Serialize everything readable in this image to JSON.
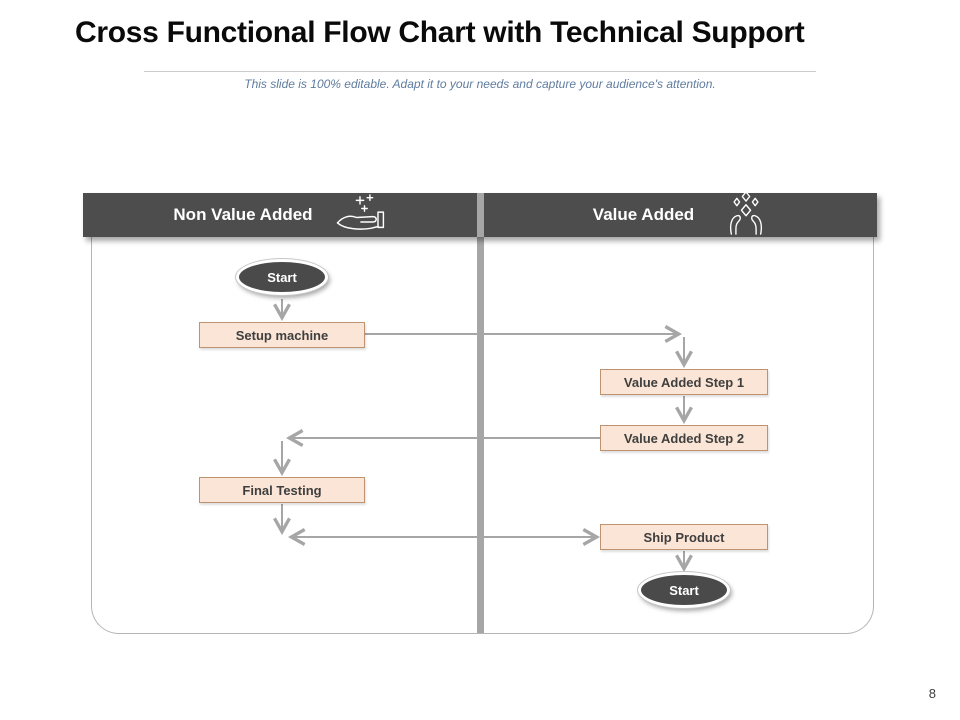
{
  "slide": {
    "title": "Cross Functional Flow Chart with Technical Support",
    "subtitle": "This slide is 100% editable. Adapt it to your needs and capture your audience's attention.",
    "page_number": "8"
  },
  "lanes": [
    {
      "label": "Non Value Added",
      "icon": "hand-sparkles-icon"
    },
    {
      "label": "Value Added",
      "icon": "hands-diamonds-icon"
    }
  ],
  "nodes": {
    "start_top": "Start",
    "setup_machine": "Setup machine",
    "value_added_step_1": "Value Added Step 1",
    "value_added_step_2": "Value Added Step 2",
    "final_testing": "Final Testing",
    "ship_product": "Ship Product",
    "start_bottom": "Start"
  },
  "colors": {
    "header_bg": "#4d4d4d",
    "lane_divider": "#a6a6a6",
    "node_fill": "#fbe5d6",
    "node_border": "#bd9372",
    "node_text": "#3f3f3f",
    "oval_fill": "#4a4a4a",
    "arrow": "#a6a6a6",
    "subtitle_text": "#5f7c9f",
    "title_text": "#0a0a0a"
  }
}
